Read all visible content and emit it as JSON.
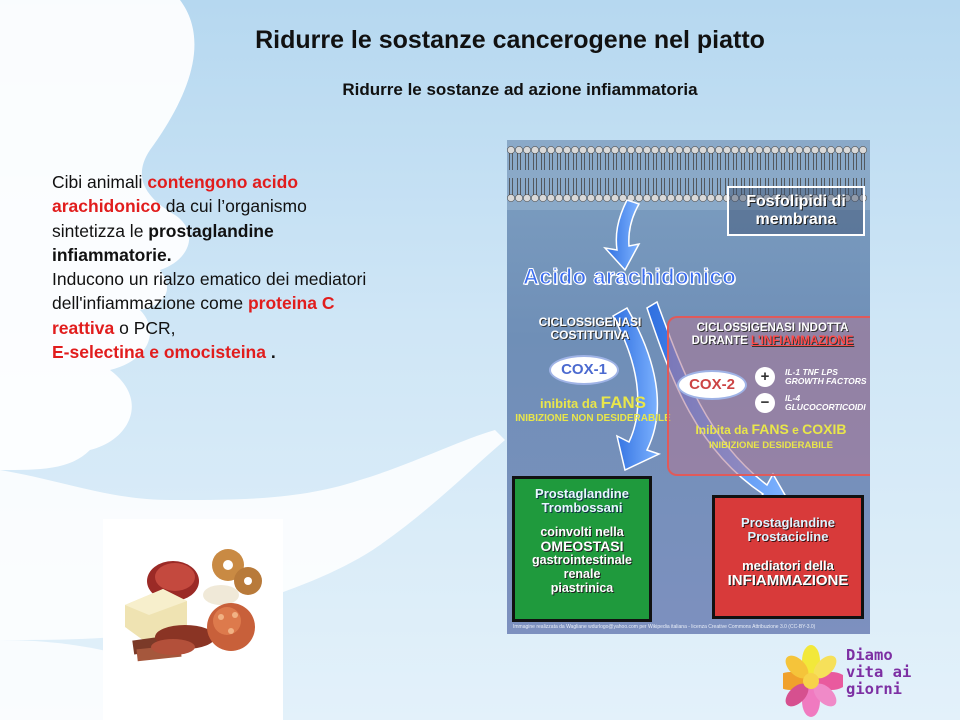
{
  "slide": {
    "title": "Ridurre le sostanze cancerogene nel piatto",
    "subtitle": "Ridurre le sostanze ad azione infiammatoria"
  },
  "body": {
    "p1_a": "Cibi animali ",
    "p1_b": "contengono acido arachidonico",
    "p1_c": " da cui l’organismo sintetizza le ",
    "p1_d": "prostaglandine infiammatorie.",
    "p2_a": "Inducono un rialzo ematico dei mediatori dell'infiammazione come ",
    "p2_b": "proteina C reattiva",
    "p2_c": " o PCR, ",
    "p2_d": "E-selectina e omocisteina",
    "p2_e": " ."
  },
  "diagram": {
    "membrane_line1": "Fosfolipidi di",
    "membrane_line2": "membrana",
    "acid": "Acido  arachidonico",
    "constitutive_line1": "CICLOSSIGENASI",
    "constitutive_line2": "COSTITUTIVA",
    "cox1": "COX-1",
    "inhibited1_a": "inibita da ",
    "inhibited1_b": "FANS",
    "inhibited1_note": "INIBIZIONE NON DESIDERABILE",
    "induced_line1": "CICLOSSIGENASI INDOTTA",
    "induced_line2_a": "DURANTE ",
    "induced_line2_b": "L'INFIAMMAZIONE",
    "cox2": "COX-2",
    "plus_label_1": "IL-1  TNF  LPS",
    "plus_label_2": "GROWTH FACTORS",
    "minus_label_1": "IL-4",
    "minus_label_2": "GLUCOCORTICOIDI",
    "plus_sign": "+",
    "minus_sign": "−",
    "inhibited2_a": "Inibita da ",
    "inhibited2_b": "FANS",
    "inhibited2_c": " e ",
    "inhibited2_d": "COXIB",
    "inhibited2_note": "INIBIZIONE DESIDERABILE",
    "green_head_1": "Prostaglandine",
    "green_head_2": "Trombossani",
    "green_desc_1": "coinvolti nella",
    "green_desc_2": "OMEOSTASI",
    "green_desc_3": "gastrointestinale",
    "green_desc_4": "renale",
    "green_desc_5": "piastrinica",
    "red_head_1": "Prostaglandine",
    "red_head_2": "Prostacicline",
    "red_desc_1": "mediatori della",
    "red_desc_2": "INFIAMMAZIONE",
    "credit": "Immagine realizzata da Wagliane wdurlogo@yahoo.com per Wikipedia italiana - licenza Creative Commons Attribuzione 3.0 (CC-BY-3.0)"
  },
  "logo": {
    "line1": "Diamo",
    "line2": "vita ai",
    "line3": "giorni"
  },
  "colors": {
    "accent_red": "#e11d1d",
    "logo_purple": "#7d2fa3",
    "green_box": "#1f9a3d",
    "red_box": "#d83a3a"
  }
}
